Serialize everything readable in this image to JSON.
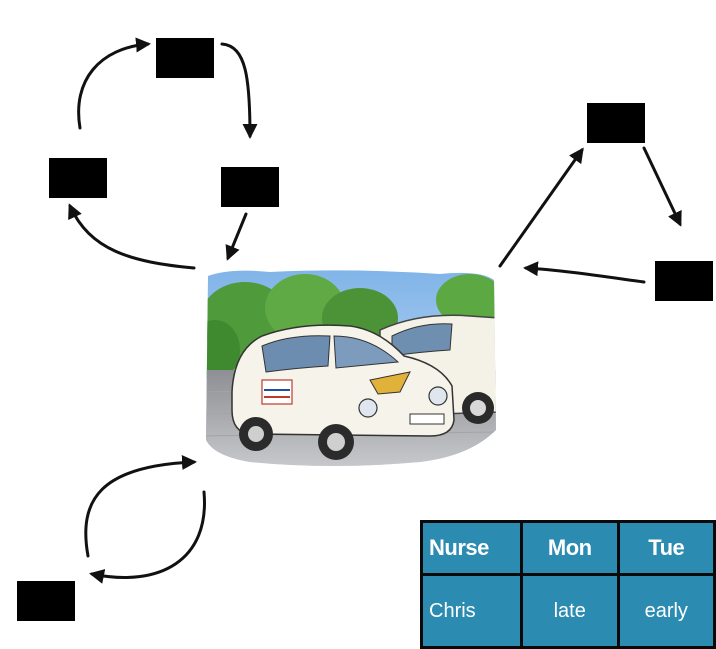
{
  "schedule": {
    "headers": [
      "Nurse",
      "Mon",
      "Tue"
    ],
    "rows": [
      [
        "Chris",
        "late",
        "early"
      ]
    ]
  },
  "colors": {
    "table_bg": "#2b8bb0",
    "line": "#111111"
  }
}
